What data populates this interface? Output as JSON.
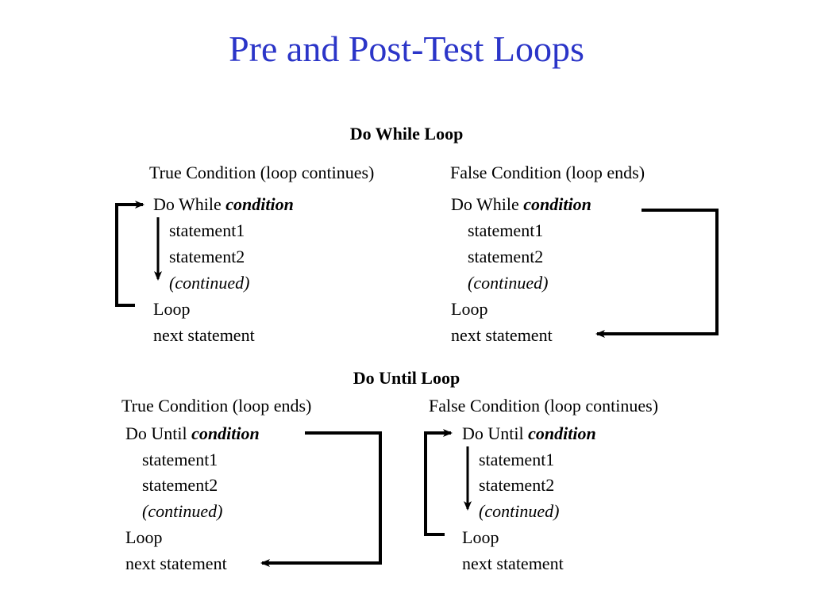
{
  "title": "Pre and Post-Test Loops",
  "do_while": {
    "heading": "Do While Loop",
    "left": {
      "label": "True Condition (loop continues)",
      "header_prefix": "Do While",
      "condition": "condition",
      "statement1": "statement1",
      "statement2": "statement2",
      "continued": "(continued)",
      "loop": "Loop",
      "next": "next statement"
    },
    "right": {
      "label": "False Condition (loop ends)",
      "header_prefix": "Do While",
      "condition": "condition",
      "statement1": "statement1",
      "statement2": "statement2",
      "continued": "(continued)",
      "loop": "Loop",
      "next": "next statement"
    }
  },
  "do_until": {
    "heading": "Do Until Loop",
    "left": {
      "label": "True Condition (loop ends)",
      "header_prefix": "Do Until",
      "condition": "condition",
      "statement1": "statement1",
      "statement2": "statement2",
      "continued": "(continued)",
      "loop": "Loop",
      "next": "next statement"
    },
    "right": {
      "label": "False Condition (loop continues)",
      "header_prefix": "Do Until",
      "condition": "condition",
      "statement1": "statement1",
      "statement2": "statement2",
      "continued": "(continued)",
      "loop": "Loop",
      "next": "next statement"
    }
  },
  "colors": {
    "title": "#2b35c8",
    "text": "#000000",
    "background": "#ffffff"
  }
}
